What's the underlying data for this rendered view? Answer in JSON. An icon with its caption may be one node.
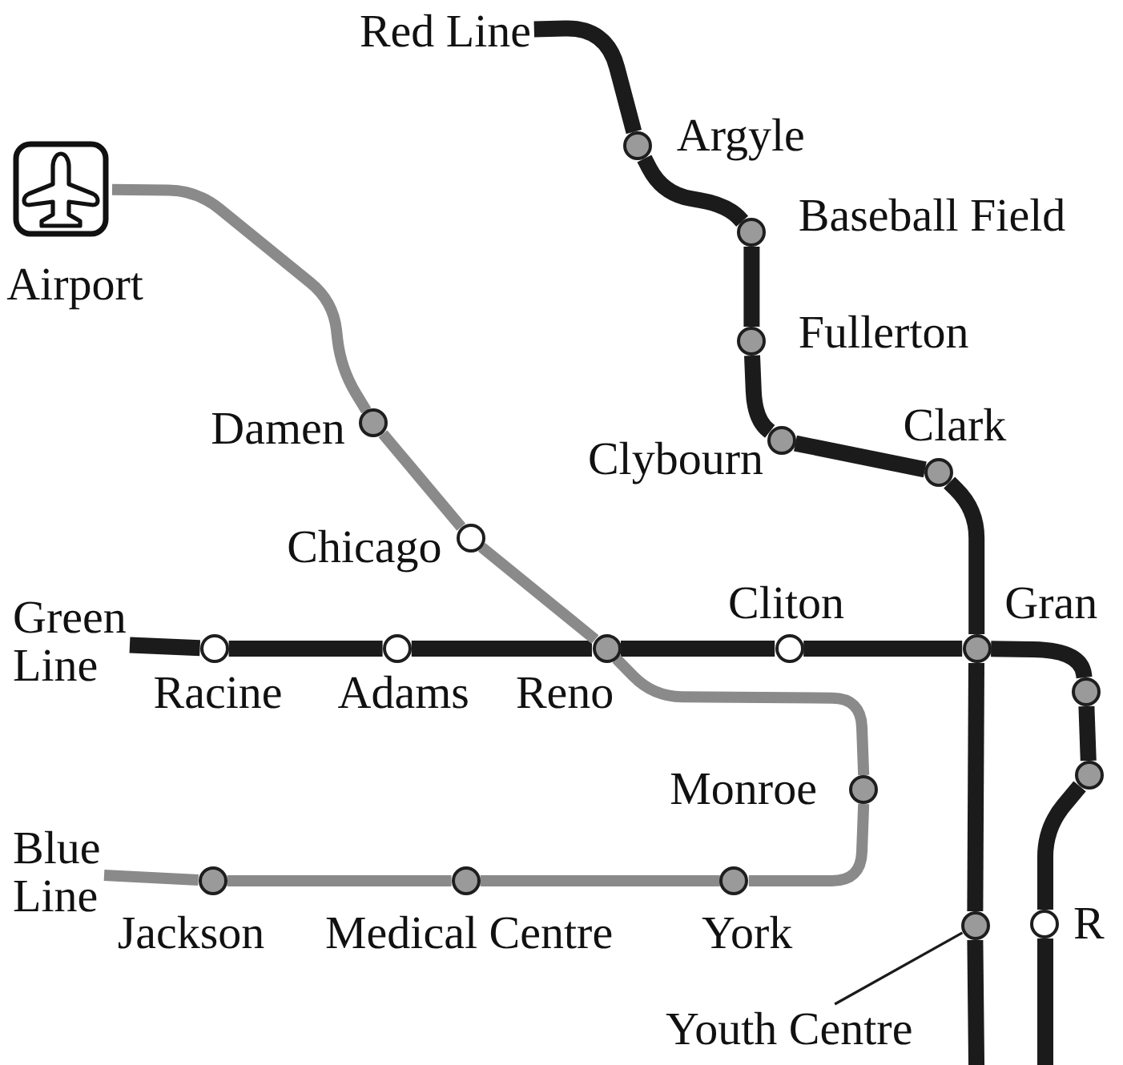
{
  "diagram": {
    "nodes": [
      {
        "text": [
          "Red Line"
        ]
      },
      {
        "text": [],
        "shape": "circle",
        "beside": [
          "Argyle"
        ]
      },
      {
        "text": [],
        "shape": "picture",
        "beside": [
          "Airport"
        ]
      },
      {
        "text": [],
        "shape": "circle",
        "beside": [
          "Baseball Field"
        ]
      },
      {
        "text": [],
        "shape": "circle",
        "beside": [
          "Fullerton"
        ]
      },
      {
        "text": [],
        "shape": "circle",
        "beside": [
          "Damen"
        ]
      },
      {
        "text": [],
        "shape": "circle",
        "beside": [
          "Clybourn"
        ]
      },
      {
        "text": [],
        "shape": "circle",
        "beside": [
          "Clark"
        ]
      },
      {
        "text": [],
        "shape": "circle",
        "beside": [
          "Chicago"
        ]
      },
      {
        "text": [
          "Green Line"
        ]
      },
      {
        "text": [],
        "shape": "circle",
        "beside": [
          "Racine"
        ]
      },
      {
        "text": [],
        "shape": "circle",
        "beside": [
          "Adams"
        ]
      },
      {
        "text": [],
        "shape": "circle",
        "beside": [
          "Reno"
        ]
      },
      {
        "text": [],
        "shape": "circle",
        "beside": [
          "Cliton"
        ]
      },
      {
        "text": [],
        "shape": "circle",
        "beside": [
          "Gran"
        ]
      },
      {
        "text": [],
        "shape": "circle"
      },
      {
        "text": [],
        "shape": "circle"
      },
      {
        "text": [],
        "shape": "circle",
        "beside": [
          "Monroe"
        ]
      },
      {
        "text": [
          "Blue Line"
        ]
      },
      {
        "text": [],
        "shape": "circle",
        "beside": [
          "Jackson"
        ]
      },
      {
        "text": [],
        "shape": "circle",
        "beside": [
          "Medical Centre"
        ]
      },
      {
        "text": [],
        "shape": "circle",
        "beside": [
          "York"
        ]
      },
      {
        "text": [],
        "shape": "circle"
      },
      {
        "text": [],
        "shape": "circle",
        "beside": [
          "R"
        ]
      },
      {
        "text": [
          "Youth Centre"
        ]
      }
    ],
    "edges": [
      {
        "from": 0,
        "to": 1,
        "arrow": "none"
      },
      {
        "from": 1,
        "to": 3,
        "arrow": "none"
      },
      {
        "from": 3,
        "to": 4,
        "arrow": "none"
      },
      {
        "from": 4,
        "to": 6,
        "arrow": "none"
      },
      {
        "from": 6,
        "to": 7,
        "arrow": "none"
      },
      {
        "from": 7,
        "to": 14,
        "arrow": "none"
      },
      {
        "from": 14,
        "to": 22,
        "arrow": "none"
      },
      {
        "from": 22,
        "to": null,
        "arrow": "none"
      },
      {
        "from": 9,
        "to": 10,
        "arrow": "none"
      },
      {
        "from": 10,
        "to": 11,
        "arrow": "none"
      },
      {
        "from": 11,
        "to": 12,
        "arrow": "none"
      },
      {
        "from": 12,
        "to": 13,
        "arrow": "none"
      },
      {
        "from": 13,
        "to": 14,
        "arrow": "none"
      },
      {
        "from": 14,
        "to": 15,
        "arrow": "none"
      },
      {
        "from": 15,
        "to": 16,
        "arrow": "none"
      },
      {
        "from": 16,
        "to": 23,
        "arrow": "none"
      },
      {
        "from": 23,
        "to": null,
        "arrow": "none"
      },
      {
        "from": 2,
        "to": 5,
        "arrow": "none",
        "color": "#8a8a8a"
      },
      {
        "from": 5,
        "to": 8,
        "arrow": "none",
        "color": "#8a8a8a"
      },
      {
        "from": 8,
        "to": 12,
        "arrow": "none",
        "color": "#8a8a8a"
      },
      {
        "from": 12,
        "to": 17,
        "arrow": "none",
        "color": "#8a8a8a"
      },
      {
        "from": 17,
        "to": 21,
        "arrow": "none",
        "color": "#8a8a8a"
      },
      {
        "from": 21,
        "to": 20,
        "arrow": "none",
        "color": "#8a8a8a"
      },
      {
        "from": 20,
        "to": 19,
        "arrow": "none",
        "color": "#8a8a8a"
      },
      {
        "from": 19,
        "to": 18,
        "arrow": "none",
        "color": "#8a8a8a"
      },
      {
        "from": 24,
        "to": 22,
        "arrow": "none"
      }
    ]
  }
}
